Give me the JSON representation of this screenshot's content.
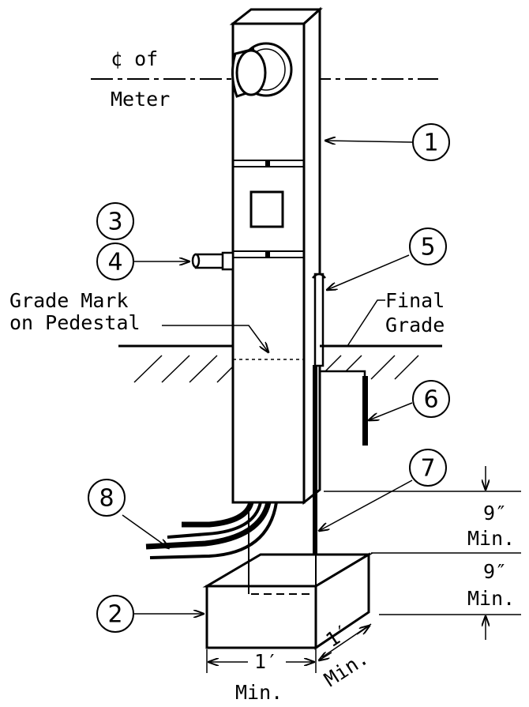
{
  "labels": {
    "centerline": "¢ of",
    "meter": "Meter",
    "grade_mark_line1": "Grade Mark",
    "grade_mark_line2": "on Pedestal",
    "final_grade_line1": "Final",
    "final_grade_line2": "Grade",
    "dim_9in_upper": "9″",
    "dim_min_upper": "Min.",
    "dim_9in_lower": "9″",
    "dim_min_lower": "Min.",
    "dim_1ft_width": "1′",
    "dim_min_width": "Min.",
    "dim_1ft_depth": "1′",
    "dim_min_depth": "Min."
  },
  "callouts": [
    "1",
    "2",
    "3",
    "4",
    "5",
    "6",
    "7",
    "8"
  ]
}
